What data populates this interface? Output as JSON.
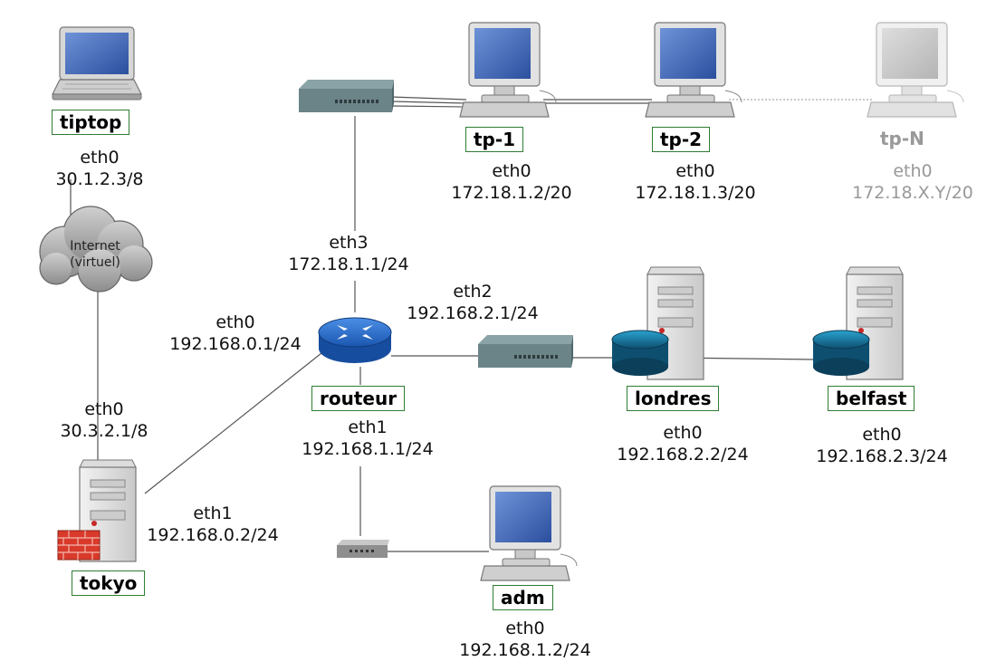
{
  "hosts": {
    "tiptop": {
      "name": "tiptop",
      "iface": "eth0",
      "ip": "30.1.2.3/8"
    },
    "tp1": {
      "name": "tp-1",
      "iface": "eth0",
      "ip": "172.18.1.2/20"
    },
    "tp2": {
      "name": "tp-2",
      "iface": "eth0",
      "ip": "172.18.1.3/20"
    },
    "tpN": {
      "name": "tp-N",
      "iface": "eth0",
      "ip": "172.18.X.Y/20"
    },
    "routeur": {
      "name": "routeur"
    },
    "londres": {
      "name": "londres",
      "iface": "eth0",
      "ip": "192.168.2.2/24"
    },
    "belfast": {
      "name": "belfast",
      "iface": "eth0",
      "ip": "192.168.2.3/24"
    },
    "tokyo": {
      "name": "tokyo"
    },
    "adm": {
      "name": "adm",
      "iface": "eth0",
      "ip": "192.168.1.2/24"
    }
  },
  "router_ifaces": {
    "eth0": {
      "iface": "eth0",
      "ip": "192.168.0.1/24"
    },
    "eth1": {
      "iface": "eth1",
      "ip": "192.168.1.1/24"
    },
    "eth2": {
      "iface": "eth2",
      "ip": "192.168.2.1/24"
    },
    "eth3": {
      "iface": "eth3",
      "ip": "172.18.1.1/24"
    }
  },
  "tokyo_ifaces": {
    "eth0": {
      "iface": "eth0",
      "ip": "30.3.2.1/8"
    },
    "eth1": {
      "iface": "eth1",
      "ip": "192.168.0.2/24"
    }
  },
  "cloud": {
    "line1": "Internet",
    "line2": "(virtuel)"
  },
  "colors": {
    "screen": "#3b63b8",
    "router": "#1f63c6",
    "disk": "#1a7fa8",
    "firewall": "#d93a2b",
    "label_border": "#2e7d32",
    "dim": "#999999"
  }
}
